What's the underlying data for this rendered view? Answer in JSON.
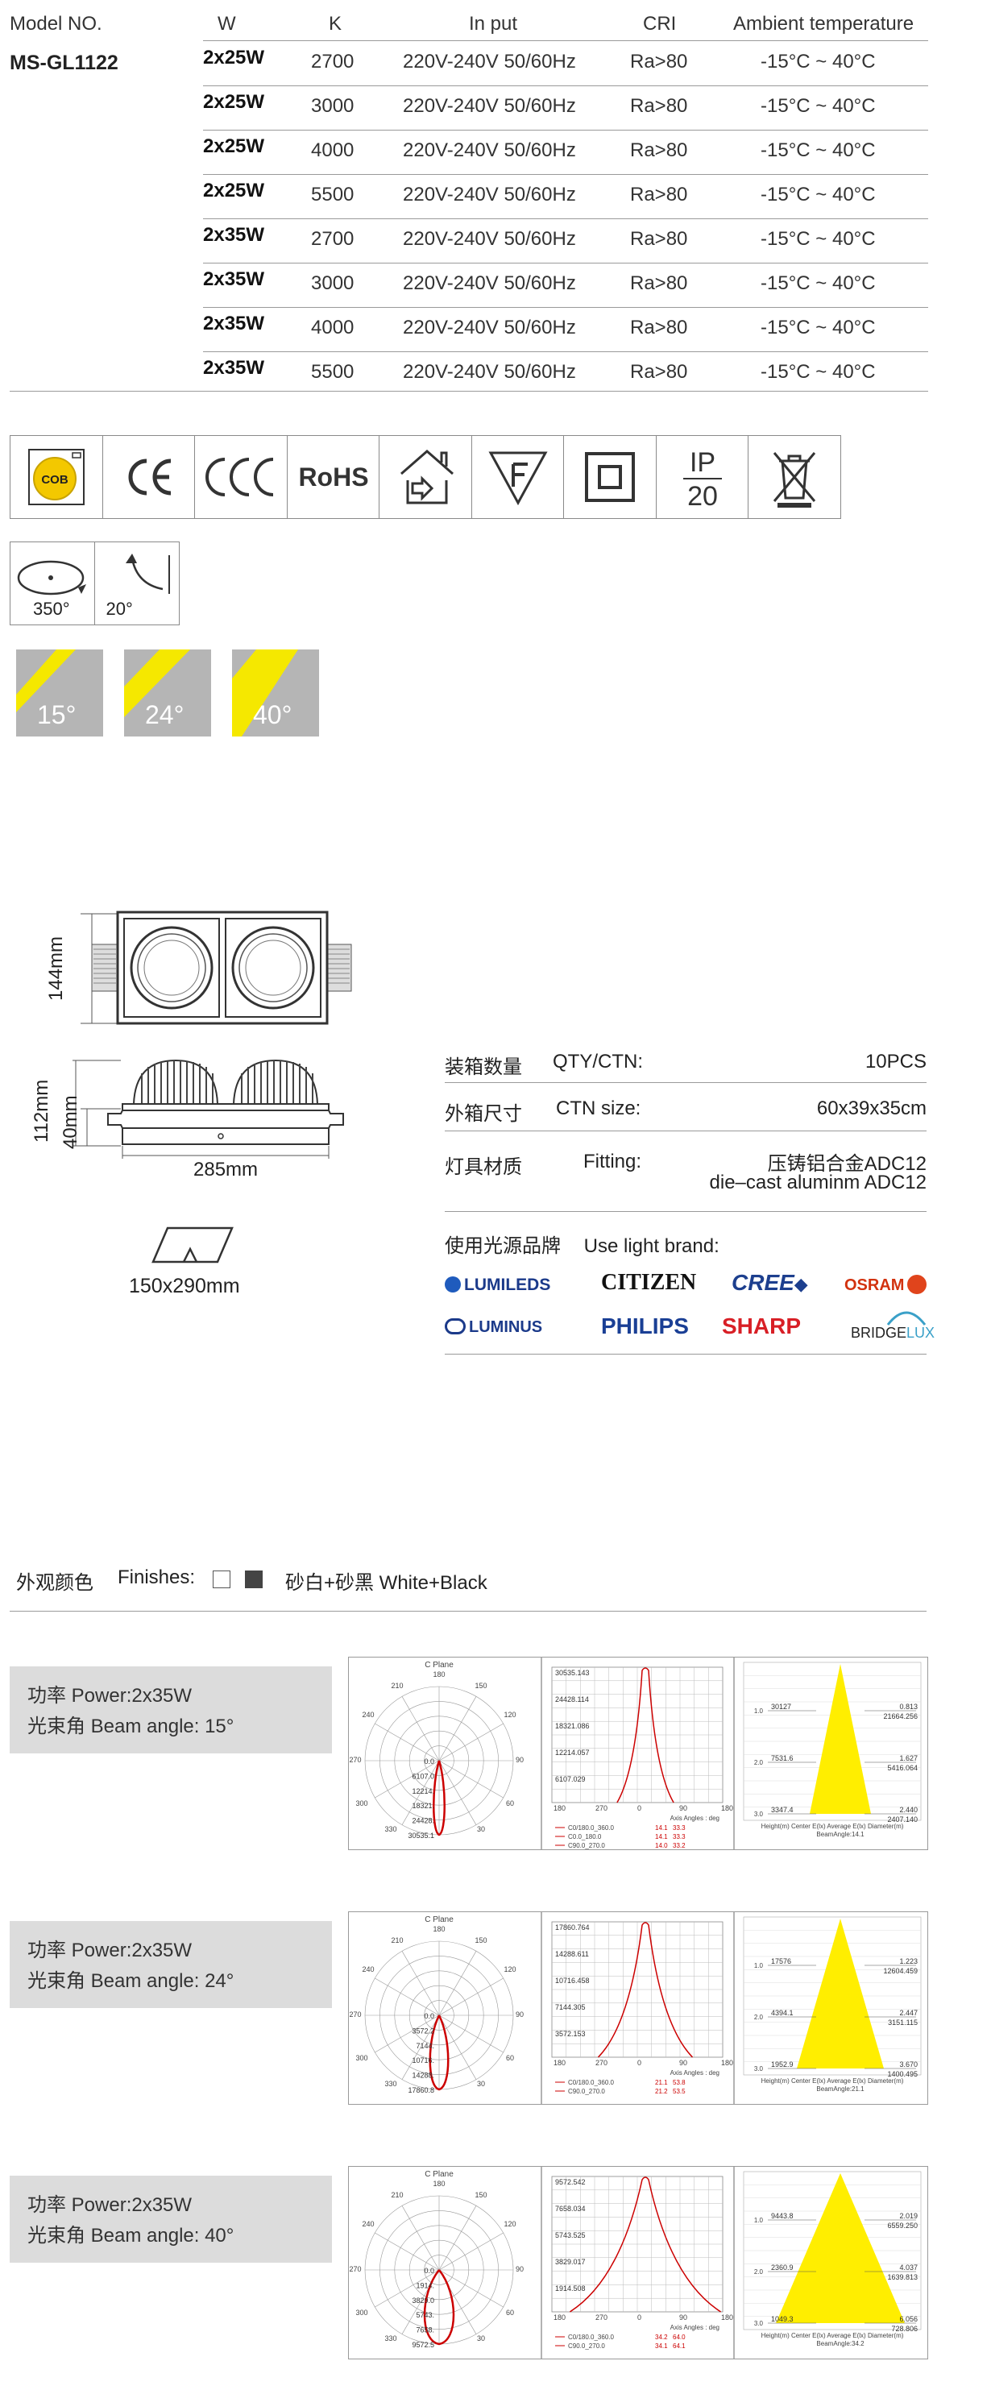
{
  "spec_table": {
    "headers": [
      "Model NO.",
      "W",
      "K",
      "In put",
      "CRI",
      "Ambient temperature"
    ],
    "model": "MS-GL1122",
    "rows": [
      {
        "w": "2x25W",
        "k": "2700",
        "input": "220V-240V 50/60Hz",
        "cri": "Ra>80",
        "temp": "-15°C ~ 40°C"
      },
      {
        "w": "2x25W",
        "k": "3000",
        "input": "220V-240V 50/60Hz",
        "cri": "Ra>80",
        "temp": "-15°C ~ 40°C"
      },
      {
        "w": "2x25W",
        "k": "4000",
        "input": "220V-240V 50/60Hz",
        "cri": "Ra>80",
        "temp": "-15°C ~ 40°C"
      },
      {
        "w": "2x25W",
        "k": "5500",
        "input": "220V-240V 50/60Hz",
        "cri": "Ra>80",
        "temp": "-15°C ~ 40°C"
      },
      {
        "w": "2x35W",
        "k": "2700",
        "input": "220V-240V 50/60Hz",
        "cri": "Ra>80",
        "temp": "-15°C ~ 40°C"
      },
      {
        "w": "2x35W",
        "k": "3000",
        "input": "220V-240V 50/60Hz",
        "cri": "Ra>80",
        "temp": "-15°C ~ 40°C"
      },
      {
        "w": "2x35W",
        "k": "4000",
        "input": "220V-240V 50/60Hz",
        "cri": "Ra>80",
        "temp": "-15°C ~ 40°C"
      },
      {
        "w": "2x35W",
        "k": "5500",
        "input": "220V-240V 50/60Hz",
        "cri": "Ra>80",
        "temp": "-15°C ~ 40°C"
      }
    ]
  },
  "certifications": {
    "icons": [
      "cob-chip-icon",
      "ce-mark-icon",
      "ccc-mark-icon",
      "rohs-mark-icon",
      "indoor-use-icon",
      "f-mark-icon",
      "class-ii-icon",
      "ip20-icon",
      "weee-bin-icon"
    ],
    "cob": "COB",
    "rohs": "RoHS",
    "ip_top": "IP",
    "ip_bottom": "20"
  },
  "rotation": {
    "horizontal": "350°",
    "tilt": "20°"
  },
  "beam_angles": [
    "15°",
    "24°",
    "40°"
  ],
  "dimensions": {
    "height_front": "144mm",
    "height_side": "112mm",
    "depth": "40mm",
    "width": "285mm",
    "cutout": "150x290mm"
  },
  "packing": {
    "qty_cn": "装箱数量",
    "qty_en": "QTY/CTN:",
    "qty_val": "10PCS",
    "size_cn": "外箱尺寸",
    "size_en": "CTN size:",
    "size_val": "60x39x35cm",
    "material_cn": "灯具材质",
    "material_en": "Fitting:",
    "material_val_cn": "压铸铝合金ADC12",
    "material_val_en": "die–cast aluminm ADC12"
  },
  "brands": {
    "title_cn": "使用光源品牌",
    "title_en": "Use light brand:",
    "lumileds": "LUMILEDS",
    "citizen": "CITIZEN",
    "cree": "CREE",
    "osram": "OSRAM",
    "luminus": "LUMINUS",
    "philips": "PHILIPS",
    "sharp": "SHARP",
    "bridgelux_a": "BRIDGE",
    "bridgelux_b": "LUX"
  },
  "finishes": {
    "label_cn": "外观颜色",
    "label_en": "Finishes:",
    "value": "砂白+砂黑 White+Black"
  },
  "photometrics": [
    {
      "power": "功率 Power:2x35W",
      "beam": "光束角 Beam angle: 15°",
      "polar_title": "C Plane",
      "polar_angles": [
        "180",
        "150",
        "120",
        "90",
        "60",
        "30",
        "210",
        "240",
        "270",
        "300",
        "330"
      ],
      "polar_values": [
        "0.0",
        "6107.0",
        "12214.",
        "18321.",
        "24428.",
        "30535.1"
      ],
      "linear_values": [
        "30535.143",
        "24428.114",
        "18321.086",
        "12214.057",
        "6107.029"
      ],
      "linear_axis": [
        "180",
        "270",
        "0",
        "90",
        "180"
      ],
      "linear_caption": "Axis Angles : deg",
      "legend": [
        [
          "C0/180.0_360.0",
          "14.1",
          "33.3"
        ],
        [
          "C0.0_180.0",
          "14.1",
          "33.3"
        ],
        [
          "C90.0_270.0",
          "14.0",
          "33.2"
        ]
      ],
      "cone_rows": [
        [
          "1.0",
          "30127",
          "0.813",
          "21664.256"
        ],
        [
          "2.0",
          "7531.6",
          "1.627",
          "5416.064"
        ],
        [
          "3.0",
          "3347.4",
          "2.440",
          "2407.140"
        ]
      ],
      "cone_caption": "Height(m) Center E(lx)   Average E(lx) Diameter(m)",
      "cone_beam": "BeamAngle:14.1"
    },
    {
      "power": "功率 Power:2x35W",
      "beam": "光束角 Beam angle: 24°",
      "polar_title": "C Plane",
      "polar_angles": [
        "180",
        "150",
        "120",
        "90",
        "60",
        "30",
        "210",
        "240",
        "270",
        "300",
        "330"
      ],
      "polar_values": [
        "0.0",
        "3572.2",
        "7144.",
        "10716.",
        "14288.",
        "17860.8"
      ],
      "linear_values": [
        "17860.764",
        "14288.611",
        "10716.458",
        "7144.305",
        "3572.153"
      ],
      "linear_axis": [
        "180",
        "270",
        "0",
        "90",
        "180"
      ],
      "linear_caption": "Axis Angles : deg",
      "legend": [
        [
          "C0/180.0_360.0",
          "21.1",
          "53.8"
        ],
        [
          "C90.0_270.0",
          "21.2",
          "53.5"
        ]
      ],
      "cone_rows": [
        [
          "1.0",
          "17576",
          "1.223",
          "12604.459"
        ],
        [
          "2.0",
          "4394.1",
          "2.447",
          "3151.115"
        ],
        [
          "3.0",
          "1952.9",
          "3.670",
          "1400.495"
        ]
      ],
      "cone_caption": "Height(m) Center E(lx)   Average E(lx) Diameter(m)",
      "cone_beam": "BeamAngle:21.1"
    },
    {
      "power": "功率 Power:2x35W",
      "beam": "光束角 Beam angle: 40°",
      "polar_title": "C Plane",
      "polar_angles": [
        "180",
        "150",
        "120",
        "90",
        "60",
        "30",
        "210",
        "240",
        "270",
        "300",
        "330"
      ],
      "polar_values": [
        "0.0",
        "1914.",
        "3829.0",
        "5743.",
        "7658.",
        "9572.5"
      ],
      "linear_values": [
        "9572.542",
        "7658.034",
        "5743.525",
        "3829.017",
        "1914.508"
      ],
      "linear_axis": [
        "180",
        "270",
        "0",
        "90",
        "180"
      ],
      "linear_caption": "Axis Angles : deg",
      "legend": [
        [
          "C0/180.0_360.0",
          "34.2",
          "64.0"
        ],
        [
          "C90.0_270.0",
          "34.1",
          "64.1"
        ]
      ],
      "cone_rows": [
        [
          "1.0",
          "9443.8",
          "2.019",
          "6559.250"
        ],
        [
          "2.0",
          "2360.9",
          "4.037",
          "1639.813"
        ],
        [
          "3.0",
          "1049.3",
          "6.056",
          "728.806"
        ]
      ],
      "cone_caption": "Height(m) Center E(lx)   Average E(lx) Diameter(m)",
      "cone_beam": "BeamAngle:34.2"
    }
  ]
}
